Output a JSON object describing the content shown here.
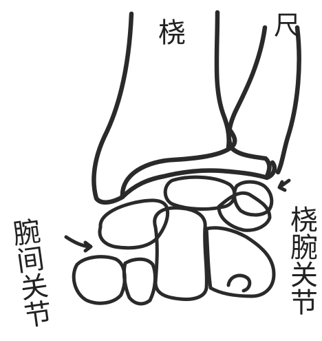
{
  "labels": {
    "radius": "桡",
    "ulna": "尺",
    "radiocarpal_joint": "桡腕关节",
    "midcarpal_joint": "腕间关节"
  }
}
